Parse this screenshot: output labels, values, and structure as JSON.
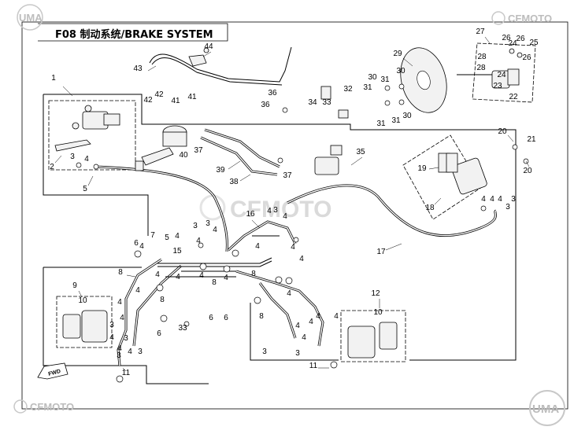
{
  "title": "F08 制动系统/BRAKE SYSTEM",
  "brand": {
    "uma": "UMA",
    "cfmoto": "CFMOTO"
  },
  "direction": "FWD",
  "callouts": [
    "1",
    "2",
    "3",
    "4",
    "5",
    "6",
    "7",
    "8",
    "9",
    "10",
    "11",
    "12",
    "15",
    "16",
    "17",
    "18",
    "19",
    "20",
    "21",
    "22",
    "23",
    "24",
    "25",
    "26",
    "27",
    "28",
    "29",
    "30",
    "31",
    "32",
    "33",
    "34",
    "35",
    "36",
    "37",
    "38",
    "39",
    "40",
    "41",
    "42",
    "43",
    "44"
  ]
}
